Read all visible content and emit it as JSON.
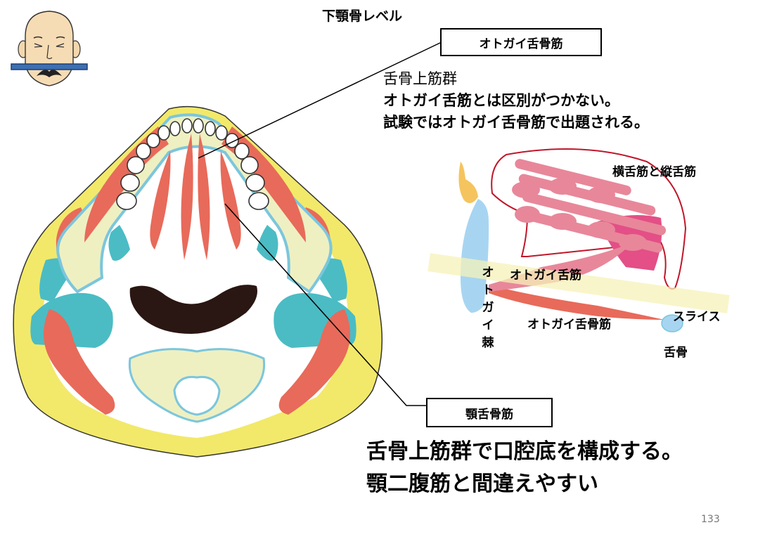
{
  "title": "下顎骨レベル",
  "label_top": "オトガイ舌骨筋",
  "label_bottom": "顎舌骨筋",
  "note_lines": [
    "舌骨上筋群",
    "オトガイ舌筋とは区別がつかない。",
    "試験ではオトガイ舌骨筋で出題される。"
  ],
  "bottom_lines": [
    "舌骨上筋群で口腔底を構成する。",
    "顎二腹筋と間違えやすい"
  ],
  "tongue": {
    "intrinsic_label": "横舌筋と縦舌筋",
    "genioglossus_label": "オトガイ舌筋",
    "geniohyoid_label": "オトガイ舌骨筋",
    "slice_label": "スライス",
    "hyoid_label": "舌骨",
    "mental_spine_chars": [
      "オ",
      "ト",
      "ガ",
      "イ",
      "棘"
    ]
  },
  "page_number": "133",
  "icons": {
    "face": "face-with-slice-bar-icon"
  },
  "colors": {
    "skin": "#f2e96a",
    "muscle": "#e86a5a",
    "bone": "#eef0c2",
    "bone_border": "#7cc6dc",
    "teal": "#4bbcc4",
    "airway": "#2a1612",
    "tongue_pink": "#e8879a",
    "tongue_magenta": "#e34f86",
    "hyoid_blue": "#a7d5f1",
    "gland": "#f5c45e"
  }
}
